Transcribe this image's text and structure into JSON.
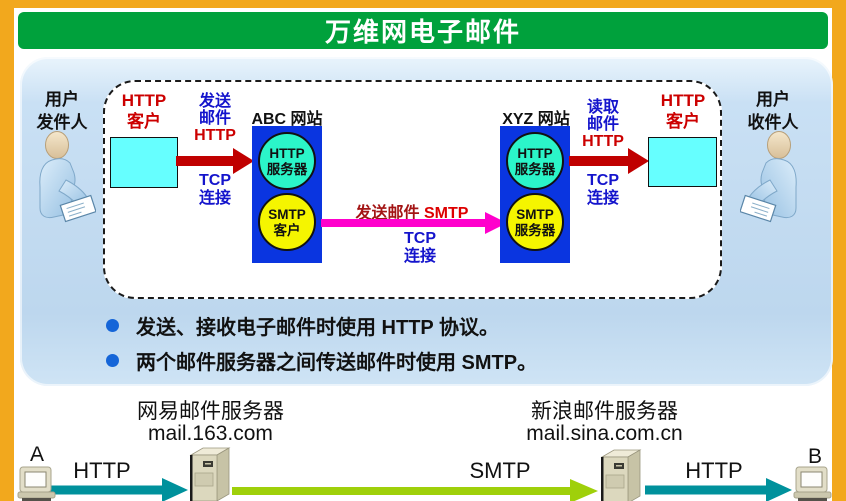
{
  "title": "万维网电子邮件",
  "colors": {
    "frame_orange": "#F2A81D",
    "title_bar_green": "#00A13C",
    "title_text": "#FFFFFF",
    "panel_blue": "#BDD7EE",
    "diagram_bg": "#FFFFFF",
    "site_box_blue": "#0A35E0",
    "http_server_circle_cyan": "#2BF5C9",
    "smtp_circle_yellow": "#F5F500",
    "client_box_cyan": "#66FFFF",
    "http_arrow_dark_red": "#C00000",
    "smtp_arrow_magenta": "#FF00CC",
    "red_text": "#CC0000",
    "blue_text": "#1414CC",
    "bullet_dot_blue": "#1565D8",
    "bottom_http_arrow_teal": "#00919C",
    "bottom_smtp_arrow_green": "#9FD00A"
  },
  "diagram": {
    "sender": {
      "line1": "用户",
      "line2": "发件人"
    },
    "receiver": {
      "line1": "用户",
      "line2": "收件人"
    },
    "http_client_left": {
      "line1": "HTTP",
      "line2": "客户"
    },
    "send_mail_left": {
      "line1": "发送",
      "line2": "邮件",
      "line3": "HTTP"
    },
    "tcp_left": {
      "line1": "TCP",
      "line2": "连接"
    },
    "abc_site_label": "ABC 网站",
    "abc_http_server": {
      "line1": "HTTP",
      "line2": "服务器"
    },
    "abc_smtp_client": {
      "line1": "SMTP",
      "line2": "客户"
    },
    "smtp_transfer_label": {
      "action": "发送邮件",
      "protocol": "SMTP"
    },
    "tcp_middle": {
      "line1": "TCP",
      "line2": "连接"
    },
    "xyz_site_label": "XYZ 网站",
    "xyz_http_server": {
      "line1": "HTTP",
      "line2": "服务器"
    },
    "xyz_smtp_server": {
      "line1": "SMTP",
      "line2": "服务器"
    },
    "read_mail_right": {
      "line1": "读取",
      "line2": "邮件",
      "line3": "HTTP"
    },
    "tcp_right": {
      "line1": "TCP",
      "line2": "连接"
    },
    "http_client_right": {
      "line1": "HTTP",
      "line2": "客户"
    }
  },
  "bullets": [
    "发送、接收电子邮件时使用 HTTP 协议。",
    "两个邮件服务器之间传送邮件时使用 SMTP。"
  ],
  "bottom": {
    "left_server_name": "网易邮件服务器",
    "left_server_addr": "mail.163.com",
    "right_server_name": "新浪邮件服务器",
    "right_server_addr": "mail.sina.com.cn",
    "node_a": "A",
    "node_b": "B",
    "http_left": "HTTP",
    "smtp_mid": "SMTP",
    "http_right": "HTTP"
  },
  "icons": {
    "person_sender": "person-with-letter-icon",
    "person_receiver": "person-with-letter-icon",
    "server_tower": "server-tower-icon",
    "desktop_computer": "desktop-computer-icon"
  }
}
